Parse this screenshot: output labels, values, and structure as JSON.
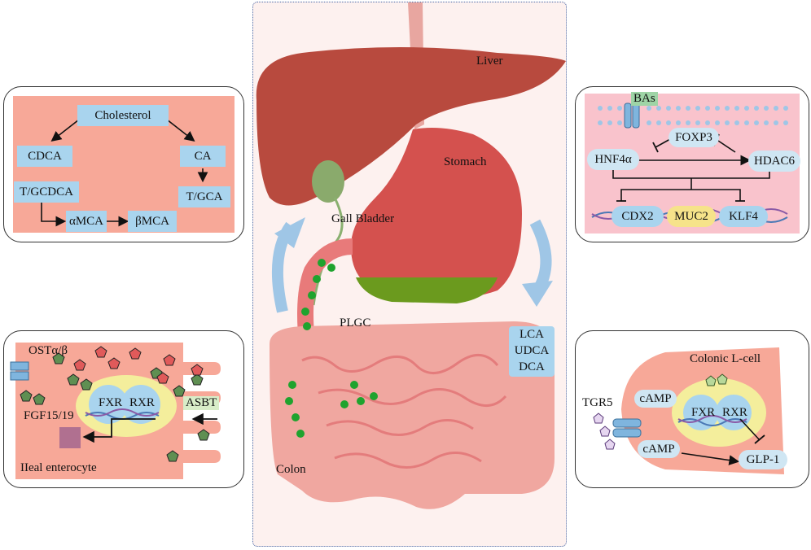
{
  "synthesis": {
    "cholesterol": "Cholesterol",
    "cdca": "CDCA",
    "ca": "CA",
    "tgcdca": "T/GCDCA",
    "tgca": "T/GCA",
    "amca": "αMCA",
    "bmca": "βMCA"
  },
  "ileal": {
    "ost": "OSTα/β",
    "fxr": "FXR",
    "rxr": "RXR",
    "asbt": "ASBT",
    "fgf": "FGF15/19",
    "cell": "IIeal enterocyte"
  },
  "center": {
    "liver": "Liver",
    "stomach": "Stomach",
    "gall_bladder": "Gall Bladder",
    "plgc": "PLGC",
    "colon": "Colon",
    "lca": "LCA",
    "udca": "UDCA",
    "dca": "DCA"
  },
  "signaling": {
    "bas": "BAs",
    "foxp3": "FOXP3",
    "hnf4a": "HNF4α",
    "hdac6": "HDAC6",
    "cdx2": "CDX2",
    "muc2": "MUC2",
    "klf4": "KLF4"
  },
  "lcell": {
    "title": "Colonic L-cell",
    "tgr5": "TGR5",
    "camp1": "cAMP",
    "camp2": "cAMP",
    "fxr": "FXR",
    "rxr": "RXR",
    "glp1": "GLP-1"
  },
  "colors": {
    "panel_salmon": "#f7a898",
    "pink_bg": "#f9c3cc",
    "box_blue": "#a9d4ee",
    "liver": "#b84a3e",
    "stomach": "#d4514e",
    "green_dot": "#1fa32e",
    "intestine": "#f0a7a0"
  }
}
